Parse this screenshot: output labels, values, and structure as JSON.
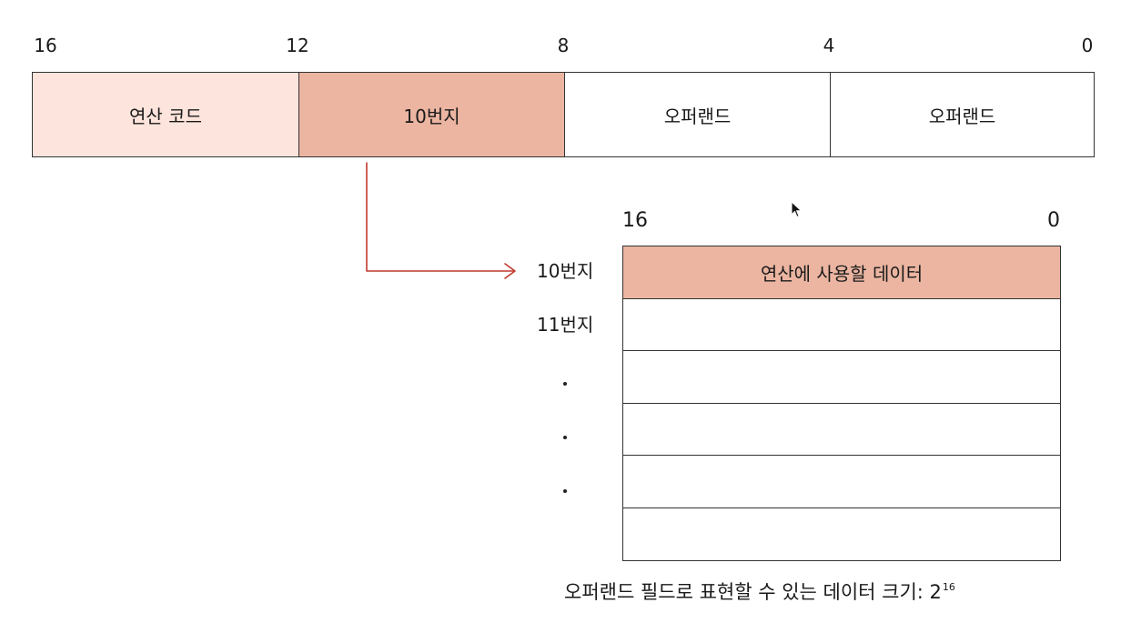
{
  "instruction": {
    "bit_labels": [
      "16",
      "12",
      "8",
      "4",
      "0"
    ],
    "fields": [
      {
        "label": "연산 코드",
        "color": "#fde4dc"
      },
      {
        "label": "10번지",
        "color": "#ebb5a1"
      },
      {
        "label": "오퍼랜드",
        "color": "#ffffff"
      },
      {
        "label": "오퍼랜드",
        "color": "#ffffff"
      }
    ]
  },
  "memory": {
    "bit_left": "16",
    "bit_right": "0",
    "addresses": [
      "10번지",
      "11번지"
    ],
    "dots": [
      ".",
      ".",
      "."
    ],
    "cells": [
      "연산에 사용할 데이터",
      "",
      "",
      "",
      "",
      ""
    ],
    "highlight_color": "#ebb5a1"
  },
  "arrow_color": "#c0392b",
  "caption": {
    "text": "오퍼랜드 필드로 표현할 수 있는 데이터 크기: 2",
    "exponent": "16"
  }
}
